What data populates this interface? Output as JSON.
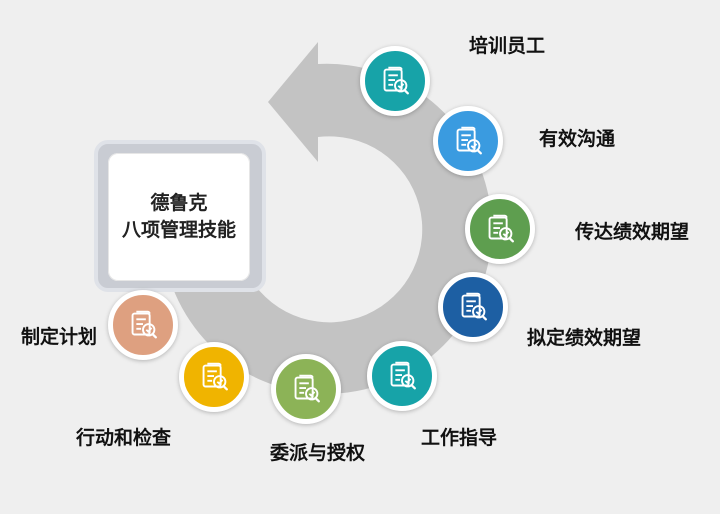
{
  "center": {
    "line1": "德鲁克",
    "line2": "八项管理技能"
  },
  "steps": [
    {
      "label": "培训员工",
      "color": "#17a3a8",
      "icon": "document-check-icon"
    },
    {
      "label": "有效沟通",
      "color": "#3a9be0",
      "icon": "document-check-icon"
    },
    {
      "label": "传达绩效期望",
      "color": "#5e9e4f",
      "icon": "document-check-icon"
    },
    {
      "label": "拟定绩效期望",
      "color": "#1d5fa3",
      "icon": "document-check-icon"
    },
    {
      "label": "工作指导",
      "color": "#17a3a8",
      "icon": "document-check-icon"
    },
    {
      "label": "委派与授权",
      "color": "#8cb357",
      "icon": "document-check-icon"
    },
    {
      "label": "行动和检查",
      "color": "#f0b400",
      "icon": "document-check-icon"
    },
    {
      "label": "制定计划",
      "color": "#dea080",
      "icon": "document-check-icon"
    }
  ]
}
